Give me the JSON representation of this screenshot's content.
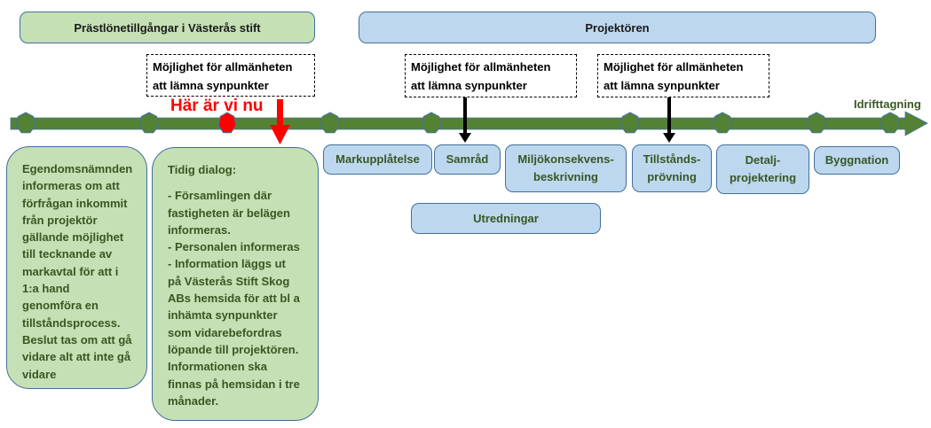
{
  "header": {
    "left_title": "Prästlönetillgångar i Västerås stift",
    "right_title": "Projektören"
  },
  "notes": [
    {
      "text": "Möjlighet för allmänheten\natt lämna synpunkter"
    },
    {
      "text": "Möjlighet för allmänheten\natt lämna  synpunkter"
    },
    {
      "text": "Möjlighet för allmänheten\natt lämna  synpunkter"
    }
  ],
  "current_position_label": "Här är vi nu",
  "timeline": {
    "end_label": "Idrifttagning",
    "milestones": [
      {
        "state": "done"
      },
      {
        "state": "done"
      },
      {
        "state": "current",
        "color": "#ff0000"
      },
      {
        "state": "upcoming"
      },
      {
        "state": "upcoming"
      },
      {
        "state": "upcoming"
      },
      {
        "state": "upcoming"
      },
      {
        "state": "upcoming"
      },
      {
        "state": "upcoming"
      }
    ],
    "colors": {
      "line": "#548235",
      "marker": "#548235",
      "current": "#ff0000"
    }
  },
  "steps": [
    {
      "label": "Markupplåtelse"
    },
    {
      "label": "Samråd"
    },
    {
      "label": "Miljökonsekvens-\nbeskrivning"
    },
    {
      "label": "Tillstånds-\nprövning"
    },
    {
      "label": "Detalj-\nprojektering"
    },
    {
      "label": "Byggnation"
    },
    {
      "label": "Utredningar"
    }
  ],
  "cards": {
    "egendom": {
      "lines": [
        "Egendomsnämnden",
        "informeras om att",
        "förfrågan inkommit",
        "från projektör",
        "gällande möjlighet",
        "till tecknande av",
        "markavtal för att i",
        "1:a hand",
        "genomföra en",
        "tillståndsprocess.",
        "Beslut tas om att gå",
        "vidare alt att inte gå",
        "vidare"
      ]
    },
    "dialog": {
      "title": "Tidig dialog:",
      "lines": [
        "- Församlingen där",
        "fastigheten är belägen",
        "informeras.",
        "- Personalen informeras",
        "- Information läggs ut",
        "på Västerås Stift Skog",
        "ABs hemsida för att bl a",
        "inhämta synpunkter",
        "som vidarebefordras",
        "löpande till projektören.",
        "Informationen ska",
        "finnas på hemsidan i tre",
        "månader."
      ]
    }
  }
}
